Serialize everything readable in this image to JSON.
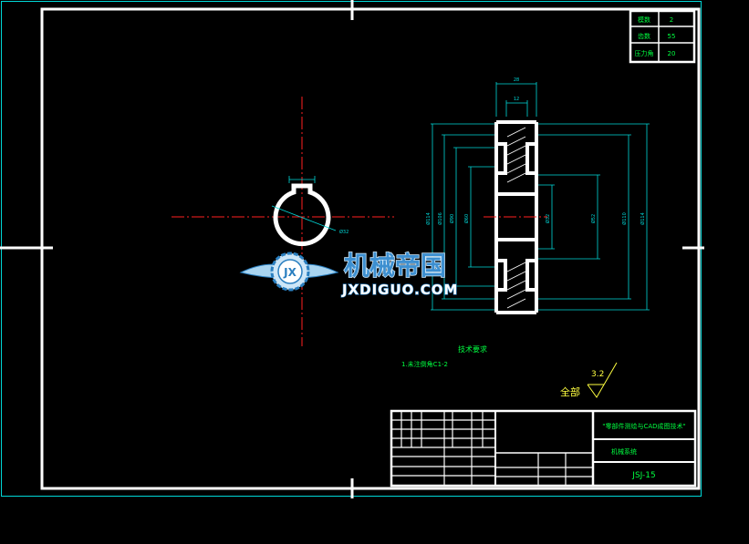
{
  "colors": {
    "background": "#000000",
    "border": "#ffffff",
    "cyan": "#00d8d8",
    "green": "#00ff40",
    "red": "#ff2020",
    "yellow": "#ffff40",
    "logo_blue": "#2a7fc0",
    "logo_light": "#a8d4f0"
  },
  "title_block_top": {
    "rows": [
      {
        "label": "模数",
        "value": "2"
      },
      {
        "label": "齿数",
        "value": "55"
      },
      {
        "label": "压力角",
        "value": "20"
      }
    ]
  },
  "technical_requirements": {
    "heading": "技术要求",
    "item1": "1.未注倒角C1-2"
  },
  "surface_finish": {
    "label": "全部",
    "value": "3.2"
  },
  "title_block": {
    "project": "\"零部件测绘与CAD成图技术\"",
    "school": "机械系统",
    "drawing_number": "JSJ-15"
  },
  "watermark": {
    "emblem": "JX",
    "name": "机械帝国",
    "url": "JXDIGUO.COM"
  }
}
